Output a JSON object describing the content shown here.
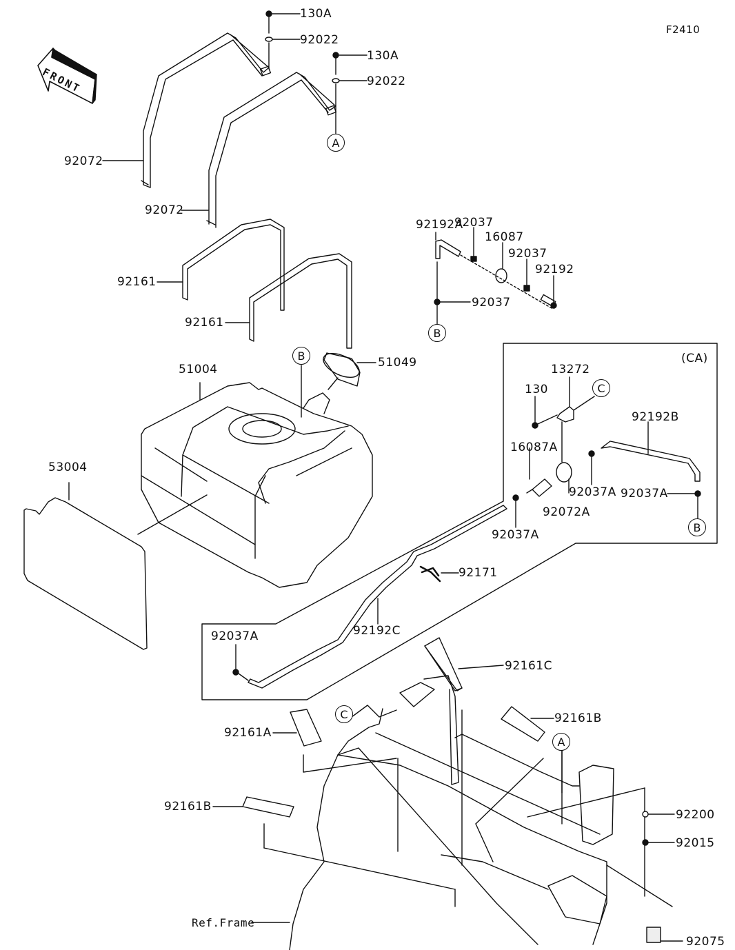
{
  "diagram": {
    "figure_code": "F2410",
    "front_arrow_label": "FRONT",
    "variant_box_label": "(CA)",
    "labels": {
      "bolt_top_1": "130A",
      "washer_top_1": "92022",
      "bolt_top_2": "130A",
      "washer_top_2": "92022",
      "band_left": "92072",
      "band_right": "92072",
      "pad_left": "92161",
      "pad_right": "92161",
      "hose_a": "92192A",
      "clamp_1": "92037",
      "filter": "16087",
      "clamp_2": "92037",
      "hose": "92192",
      "clamp_3": "92037",
      "tank": "51004",
      "cap": "51049",
      "guard": "53004",
      "ca_bracket": "13272",
      "ca_bolt": "130",
      "ca_hose_b": "92192B",
      "ca_filter": "16087A",
      "ca_clamp_1": "92037A",
      "ca_holder": "92072A",
      "ca_clamp_2": "92037A",
      "ca_clamp_3": "92037A",
      "clip": "92171",
      "hose_c": "92192C",
      "clamp_c": "92037A",
      "pad_c": "92161C",
      "pad_b_right": "92161B",
      "pad_a": "92161A",
      "pad_b_left": "92161B",
      "washer_frame": "92200",
      "nut_frame": "92015",
      "cap_frame": "92075",
      "frame_ref": "Ref.Frame"
    },
    "refs": {
      "a_top": "A",
      "b_filter": "B",
      "b_tank": "B",
      "c_ca": "C",
      "b_ca": "B",
      "c_frame": "C",
      "a_frame": "A"
    }
  }
}
